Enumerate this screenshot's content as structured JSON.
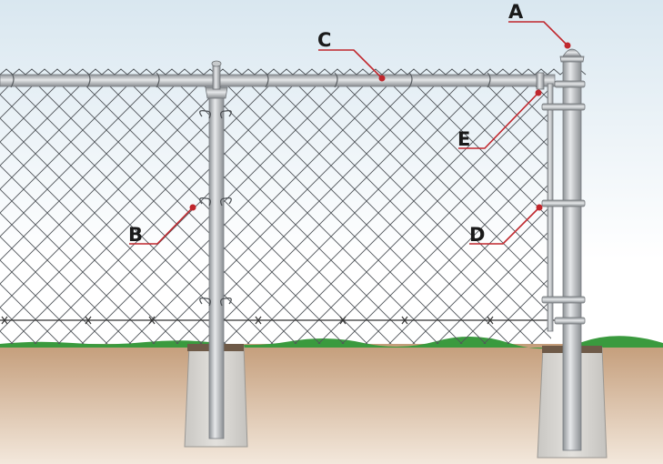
{
  "callouts": [
    {
      "id": "A",
      "label": "A"
    },
    {
      "id": "B",
      "label": "B"
    },
    {
      "id": "C",
      "label": "C"
    },
    {
      "id": "D",
      "label": "D"
    },
    {
      "id": "E",
      "label": "E"
    }
  ],
  "colors": {
    "sky_top": "#dde9f1",
    "sky_bottom": "#ffffff",
    "soil": "#c9a886",
    "grass": "#3a9a3e",
    "concrete": "#d8d6d2",
    "metal": "#b9bcbf",
    "callout_line": "#c0272d"
  }
}
